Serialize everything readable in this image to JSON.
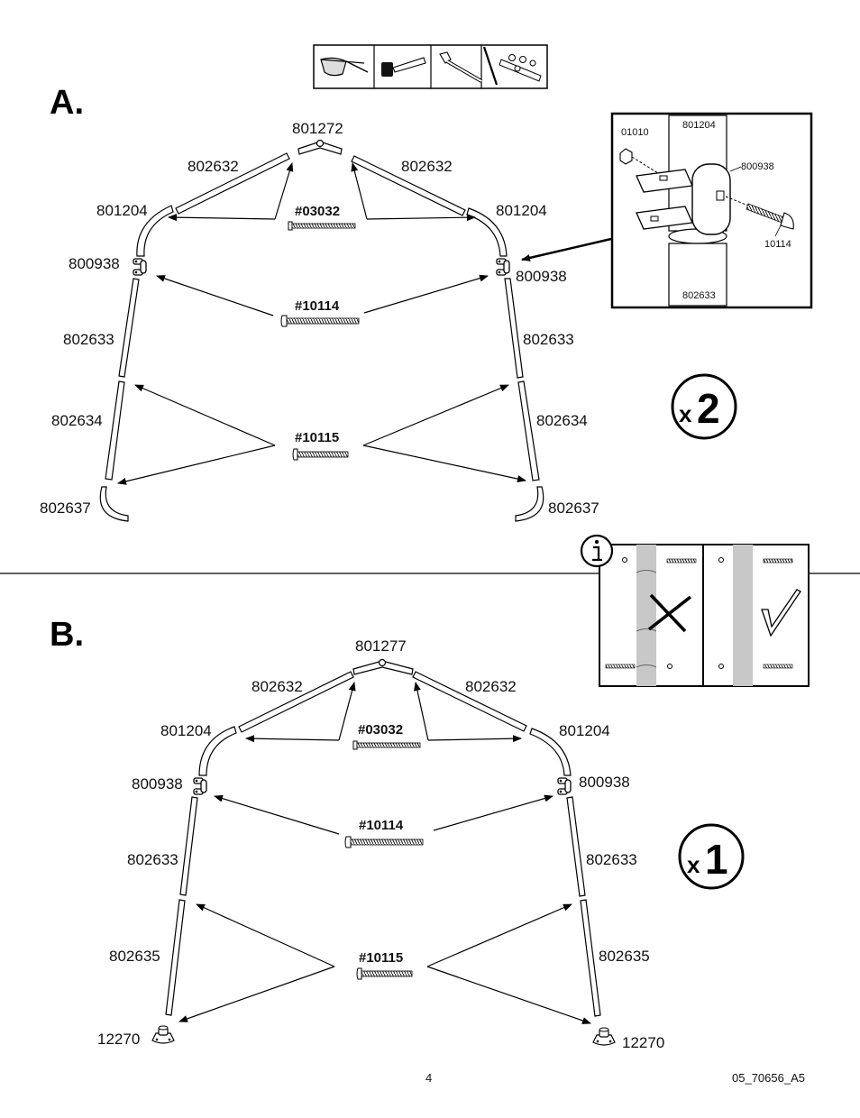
{
  "tools": [
    "safety-glasses",
    "mallet",
    "adjustable-wrench",
    "socket-set"
  ],
  "section_a": {
    "step": "A.",
    "top": "801272",
    "upper_left": "802632",
    "upper_right": "802632",
    "elbow_left": "801204",
    "elbow_right": "801204",
    "bracket_left": "800938",
    "bracket_right": "800938",
    "mid_left": "802633",
    "mid_right": "802633",
    "low_left": "802634",
    "low_right": "802634",
    "foot_left": "802637",
    "foot_right": "802637",
    "hw_top": "#03032",
    "hw_mid": "#10114",
    "hw_low": "#10115",
    "quantity_x": "x",
    "quantity_n": "2"
  },
  "inset": {
    "nut": "01010",
    "top_pipe": "801204",
    "bracket": "800938",
    "bolt": "10114",
    "bottom_pipe": "802633"
  },
  "section_b": {
    "step": "B.",
    "top": "801277",
    "upper_left": "802632",
    "upper_right": "802632",
    "elbow_left": "801204",
    "elbow_right": "801204",
    "bracket_left": "800938",
    "bracket_right": "800938",
    "mid_left": "802633",
    "mid_right": "802633",
    "low_left": "802635",
    "low_right": "802635",
    "foot_left": "12270",
    "foot_right": "12270",
    "hw_top": "#03032",
    "hw_mid": "#10114",
    "hw_low": "#10115",
    "quantity_x": "x",
    "quantity_n": "1"
  },
  "info_panel": {
    "icon": "info-icon",
    "wrong": "x-mark-icon",
    "right": "check-mark-icon"
  },
  "footer": {
    "page": "4",
    "doc_id": "05_70656_A5"
  }
}
